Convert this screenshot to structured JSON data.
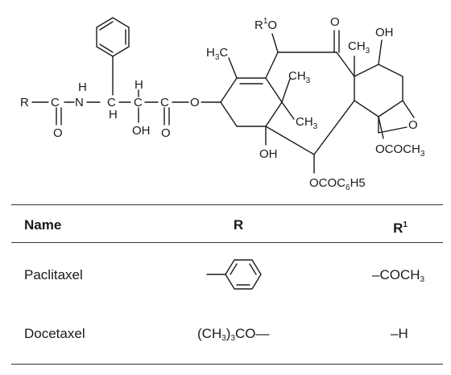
{
  "structure_labels": {
    "r": "R",
    "nh_n": "N",
    "nh_h": "H",
    "ch_h_top": "H",
    "ch_h_bottom": "H",
    "alpha_h": "H",
    "oh_side": "OH",
    "o_amide": "O",
    "o_ester": "O",
    "o_link": "O",
    "r1": "1",
    "r1_o": "O",
    "r1_r": "R",
    "h3c_h3": "H",
    "h3c_3": "3",
    "h3c_c": "C",
    "ch3_a": "CH",
    "ch3_b": "CH",
    "ch3_c": "CH",
    "sub3": "3",
    "ketone_o": "O",
    "oh_top": "OH",
    "oh_bottom": "OH",
    "oxetane_o": "O",
    "ococh3": "OCOCH",
    "ococ6h5_a": "OCOC",
    "ococ6h5_6": "6",
    "ococ6h5_b": "H5"
  },
  "table": {
    "headers": {
      "name": "Name",
      "r": "R",
      "r1_base": "R",
      "r1_sup": "1"
    },
    "rows": [
      {
        "name": "Paclitaxel",
        "r_icon": "phenyl-ring-icon",
        "r1_main": "–COCH",
        "r1_sub": "3"
      },
      {
        "name": "Docetaxel",
        "r_a": "(CH",
        "r_sub1": "3",
        "r_b": ")",
        "r_sub2": "3",
        "r_c": "CO—",
        "r1_text": "–H"
      }
    ]
  }
}
